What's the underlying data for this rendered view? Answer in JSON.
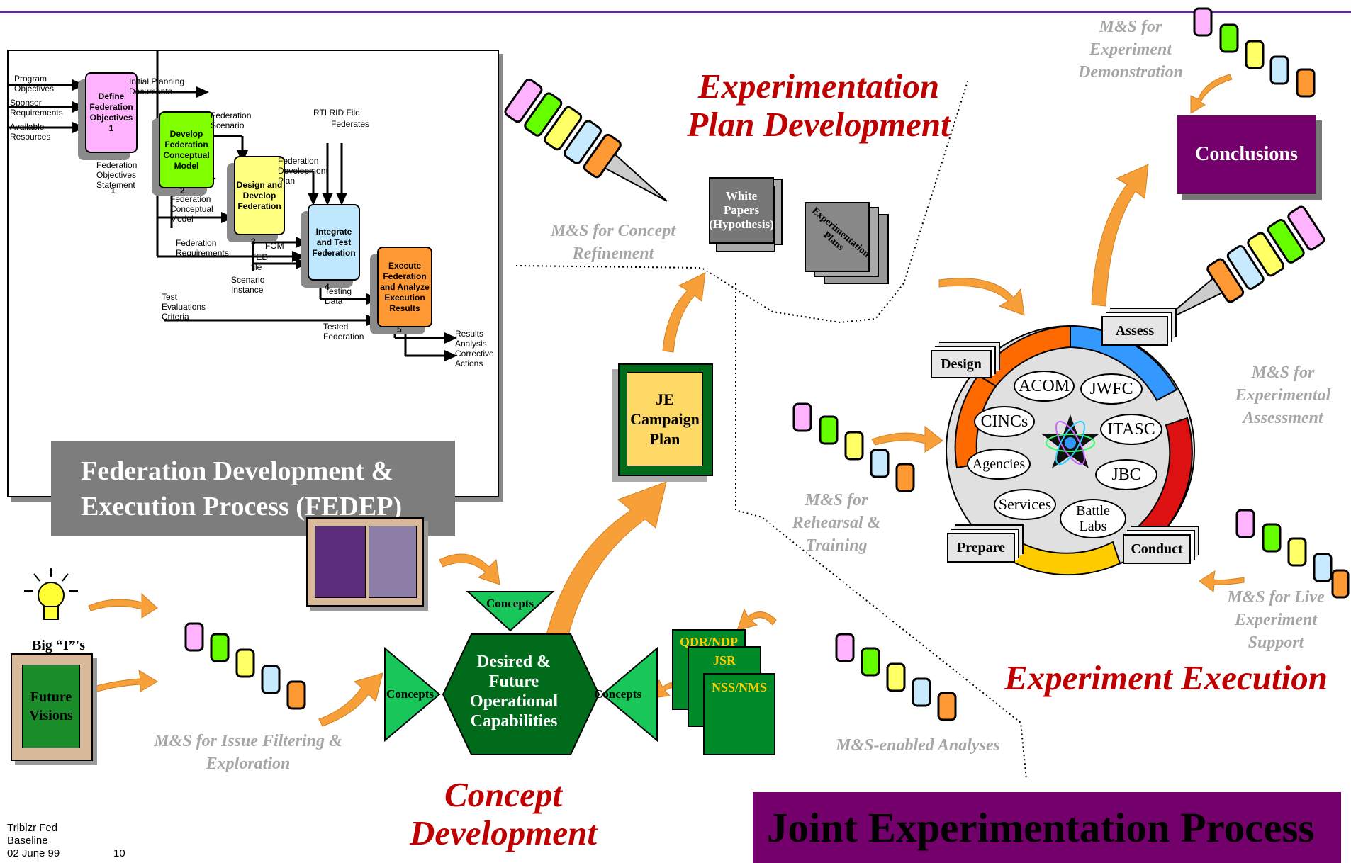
{
  "fedep": {
    "boxes": {
      "b1": {
        "text": "Define Federation Objectives",
        "num": "1"
      },
      "b2": {
        "text": "Develop Federation Conceptual Model",
        "num": "2"
      },
      "b3": {
        "text": "Design and Develop Federation",
        "num": "3"
      },
      "b4": {
        "text": "Integrate and Test Federation",
        "num": "4"
      },
      "b5": {
        "text": "Execute Federation and Analyze Execution Results",
        "num": "5"
      }
    },
    "labels": {
      "program": "Program Objectives",
      "sponsor": "Sponsor Requirements",
      "available": "Available Resources",
      "initial": "Initial Planning Documents",
      "fed_obj": "Federation Objectives Statement",
      "fed_scen": "Federation Scenario",
      "rti": "RTI RID File",
      "federates": "Federates",
      "fed_dev_plan": "Federation Development Plan",
      "fed_concept": "Federation Conceptual Model",
      "fom": "FOM",
      "fed_file": "FED file",
      "scenario_inst": "Scenario Instance",
      "fed_req": "Federation Requirements",
      "test_eval": "Test Evaluations Criteria",
      "testing_data": "Testing Data",
      "tested_fed": "Tested Federation",
      "results": "Results Analysis Corrective Actions"
    },
    "title": "Federation Development & Execution Process (FEDEP)"
  },
  "titles": {
    "exp_plan_dev": "Experimentation Plan Development",
    "exp_execution": "Experiment Execution",
    "concept_dev": "Concept Development",
    "jep": "Joint Experimentation Process"
  },
  "ms": {
    "demo": "M&S for Experiment Demonstration",
    "concept_ref": "M&S for Concept Refinement",
    "assessment": "M&S for Experimental Assessment",
    "rehearsal": "M&S for Rehearsal & Training",
    "live": "M&S for Live Experiment Support",
    "issue": "M&S for Issue Filtering & Exploration",
    "analyses": "M&S-enabled Analyses"
  },
  "docs": {
    "white_papers": "White Papers (Hypothesis)",
    "exp_plans": "Experimentation Plans",
    "je_campaign": "JE Campaign Plan",
    "conclusions": "Conclusions",
    "future_visions": "Future Visions",
    "qdr": "QDR/NDP",
    "jsr": "JSR",
    "nss": "NSS/NMS"
  },
  "big_is": "Big “I”'s",
  "capabilities": {
    "center": "Desired & Future Operational Capabilities",
    "concepts": "Concepts"
  },
  "cycle": {
    "steps": {
      "design": "Design",
      "assess": "Assess",
      "prepare": "Prepare",
      "conduct": "Conduct"
    },
    "orgs": [
      "ACOM",
      "JWFC",
      "CINCs",
      "ITASC",
      "Agencies",
      "JBC",
      "Services",
      "Battle Labs"
    ]
  },
  "footer": {
    "line1": "Trlblzr Fed",
    "line2": "Baseline",
    "line3": "02 June 99",
    "page": "10"
  },
  "colors": {
    "purple": "#73006b",
    "red_title": "#c00000",
    "orange_arrow": "#f7a03a",
    "dark_green": "#006b1a"
  }
}
